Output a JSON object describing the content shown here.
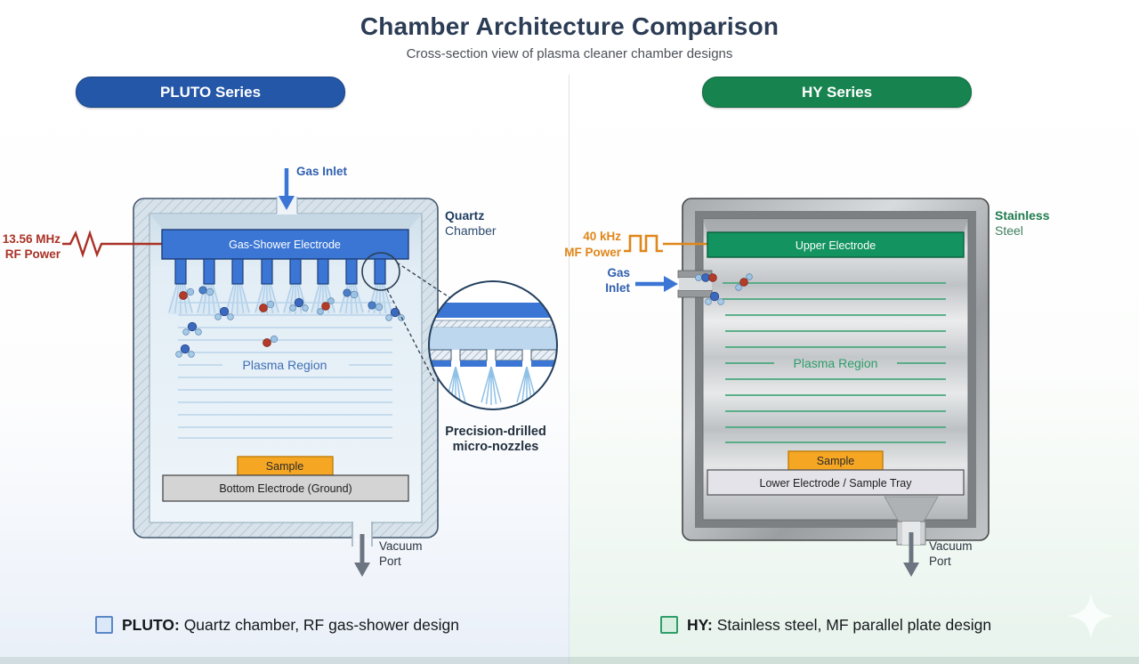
{
  "header": {
    "title": "Chamber Architecture Comparison",
    "subtitle": "Cross-section view of plasma cleaner chamber designs"
  },
  "pluto": {
    "series_label": "PLUTO Series",
    "accent_color": "#2457a7",
    "gas_inlet_label": "Gas Inlet",
    "power_line1": "13.56 MHz",
    "power_line2": "RF Power",
    "power_color": "#a93226",
    "electrode_label": "Gas-Shower Electrode",
    "electrode_color": "#3b76d4",
    "plasma_label": "Plasma Region",
    "plasma_line_color": "#b9d4ea",
    "sample_label": "Sample",
    "sample_color": "#f5a623",
    "bottom_electrode_label": "Bottom Electrode (Ground)",
    "vacuum_line1": "Vacuum",
    "vacuum_line2": "Port",
    "chamber_line1": "Quartz",
    "chamber_line2": "Chamber",
    "detail_line1": "Precision-drilled",
    "detail_line2": "micro-nozzles",
    "caption_bold": "PLUTO:",
    "caption_rest": " Quartz chamber, RF gas-shower design"
  },
  "hy": {
    "series_label": "HY Series",
    "accent_color": "#17834f",
    "power_line1": "40 kHz",
    "power_line2": "MF Power",
    "power_color": "#e0861a",
    "gas_line1": "Gas",
    "gas_line2": "Inlet",
    "gas_color": "#3b76d4",
    "electrode_label": "Upper Electrode",
    "electrode_color": "#12935f",
    "plasma_label": "Plasma Region",
    "plasma_line_color": "#4aa87e",
    "sample_label": "Sample",
    "lower_electrode_label": "Lower Electrode / Sample Tray",
    "vacuum_line1": "Vacuum",
    "vacuum_line2": "Port",
    "chamber_line1": "Stainless",
    "chamber_line2": "Steel",
    "caption_bold": "HY:",
    "caption_rest": " Stainless steel, MF parallel plate design"
  }
}
